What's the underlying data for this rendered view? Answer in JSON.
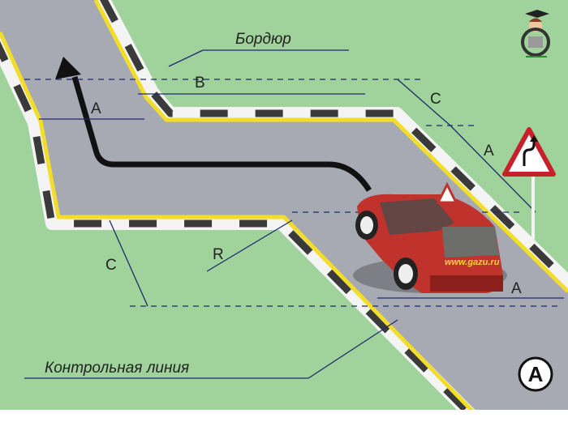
{
  "labels": {
    "curb": "Бордюр",
    "control_line": "Контрольная линия",
    "dim_a": "A",
    "dim_b": "B",
    "dim_c": "C",
    "dim_r": "R",
    "car_site": "www.gazu.ru",
    "category_badge": "A"
  },
  "colors": {
    "grass": "#9fd39b",
    "road": "#a8aab3",
    "edge_line": "#f2de2a",
    "curb_white": "#f4f4f4",
    "curb_black": "#3a3a3a",
    "car": "#c0332c",
    "path": "#111111"
  },
  "icons": [
    "driver-mascot-icon",
    "winding-road-sign-icon",
    "learner-triangle-icon"
  ]
}
